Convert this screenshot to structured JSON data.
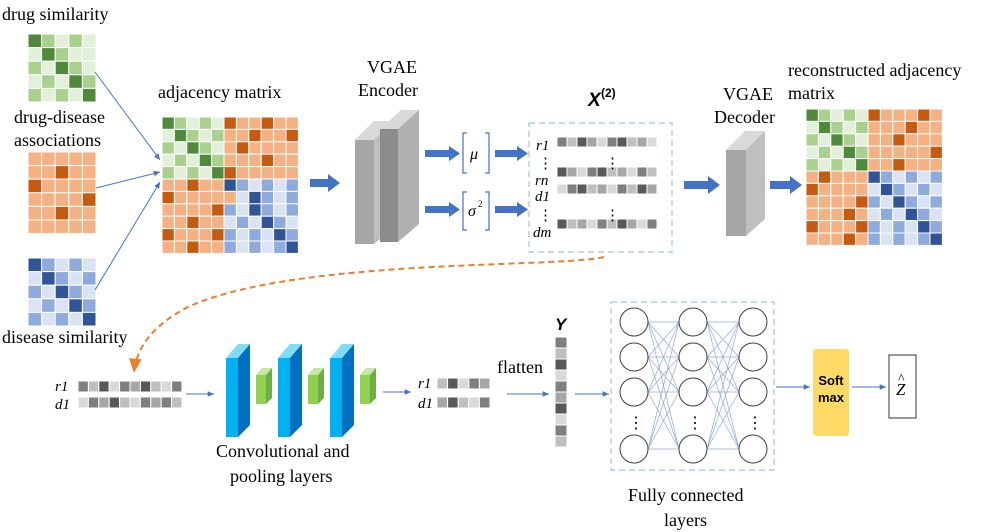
{
  "labels": {
    "drug_similarity": "drug similarity",
    "drug_disease_line1": "drug-disease",
    "drug_disease_line2": "associations",
    "disease_similarity": "disease similarity",
    "adjacency_matrix": "adjacency matrix",
    "vgae_encoder_line1": "VGAE",
    "vgae_encoder_line2": "Encoder",
    "x2": "X",
    "x2_sup": "(2)",
    "mu": "μ",
    "sigma": "σ",
    "sigma_sup": "2",
    "vgae_decoder_line1": "VGAE",
    "vgae_decoder_line2": "Decoder",
    "reconstructed_line1": "reconstructed adjacency",
    "reconstructed_line2": "matrix",
    "y": "Y",
    "flatten": "flatten",
    "conv_line1": "Convolutional and",
    "conv_line2": "pooling layers",
    "fc_line1": "Fully connected",
    "fc_line2": "layers",
    "softmax_line1": "Soft",
    "softmax_line2": "max",
    "z_hat": "Z",
    "z_hat_accent": "^"
  },
  "row_labels": {
    "r1": "r1",
    "vdots": "⋮",
    "rn": "rn",
    "d1": "d1",
    "dm": "dm"
  },
  "colors": {
    "green_dark": "#4f8a3c",
    "green_mid": "#a9d18e",
    "green_light": "#e2f0d9",
    "orange_dark": "#c55a11",
    "orange_light": "#f4b183",
    "blue_dark": "#2f5597",
    "blue_mid": "#8faadc",
    "blue_light": "#dae3f3",
    "arrow_blue": "#4472c4",
    "dash_blue": "#9dc3e6",
    "dash_orange": "#ed7d31",
    "softmax": "#ffd966",
    "conv_blue": "#00b0f0",
    "conv_green": "#92d050"
  }
}
